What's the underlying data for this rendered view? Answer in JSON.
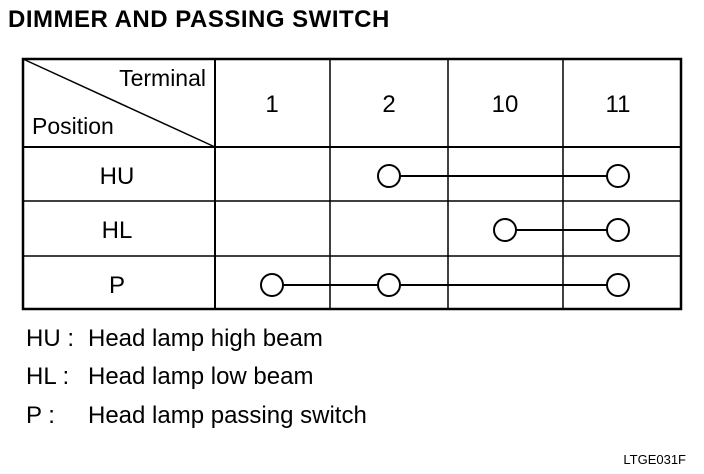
{
  "title": "DIMMER AND PASSING SWITCH",
  "table": {
    "corner_top": "Terminal",
    "corner_bottom": "Position",
    "columns": [
      "1",
      "2",
      "10",
      "11"
    ],
    "rows": [
      {
        "label": "HU",
        "connections": [
          "2",
          "11"
        ]
      },
      {
        "label": "HL",
        "connections": [
          "10",
          "11"
        ]
      },
      {
        "label": "P",
        "connections": [
          "1",
          "2",
          "11"
        ]
      }
    ]
  },
  "legend": [
    {
      "abbr": "HU :",
      "desc": "Head lamp high beam"
    },
    {
      "abbr": "HL :",
      "desc": "Head lamp low beam"
    },
    {
      "abbr": "P   :",
      "desc": "Head lamp passing switch"
    }
  ],
  "figure_code": "LTGE031F"
}
